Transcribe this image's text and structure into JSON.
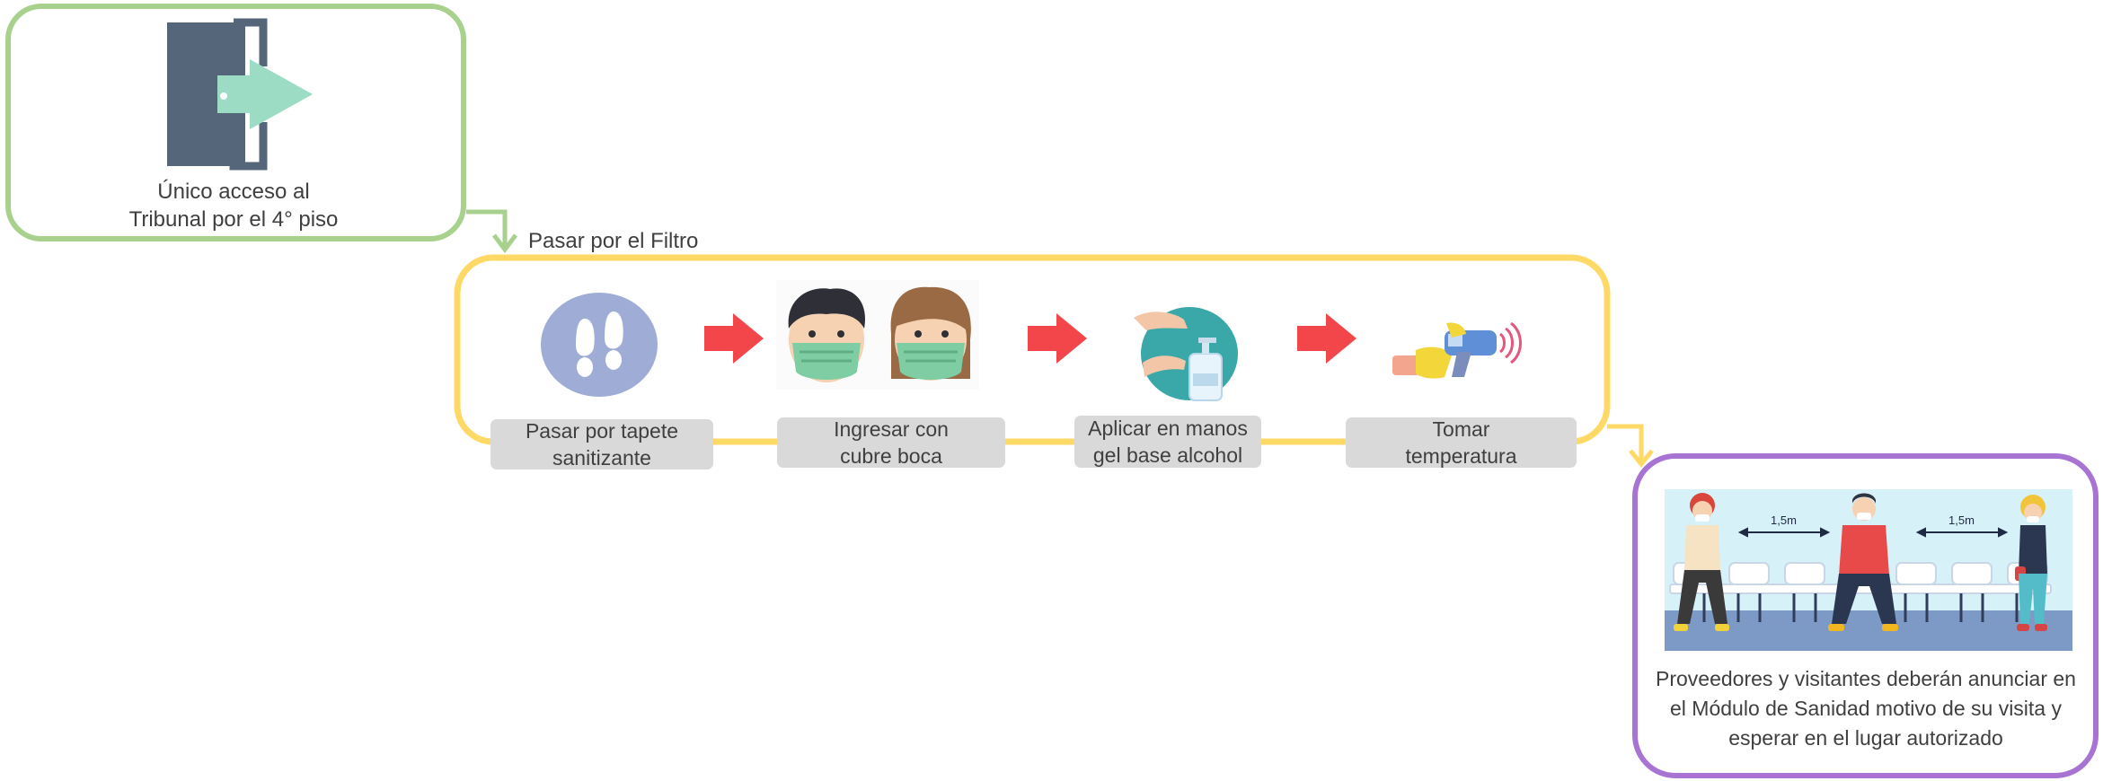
{
  "access": {
    "label": "Único acceso  al\nTribunal por el 4° piso",
    "icon": "door-exit-icon"
  },
  "filter": {
    "title": "Pasar por el Filtro",
    "steps": [
      {
        "label": "Pasar por tapete\nsanitizante",
        "icon": "footprints-icon"
      },
      {
        "label": "Ingresar con\ncubre boca",
        "icon": "face-mask-icon"
      },
      {
        "label": "Aplicar en manos\ngel base alcohol",
        "icon": "hand-sanitizer-icon"
      },
      {
        "label": "Tomar\ntemperatura",
        "icon": "thermometer-gun-icon"
      }
    ]
  },
  "waiting": {
    "distance_left": "1,5m",
    "distance_right": "1,5m",
    "text": "Proveedores y visitantes deberán anunciar en\nel Módulo de Sanidad  motivo de su visita y\nesperar en el lugar autorizado"
  },
  "colors": {
    "green": "#a9d18e",
    "yellow": "#ffd966",
    "purple": "#a874d4",
    "arrow_red": "#f2464a",
    "label_gray": "#d9d9d9"
  }
}
